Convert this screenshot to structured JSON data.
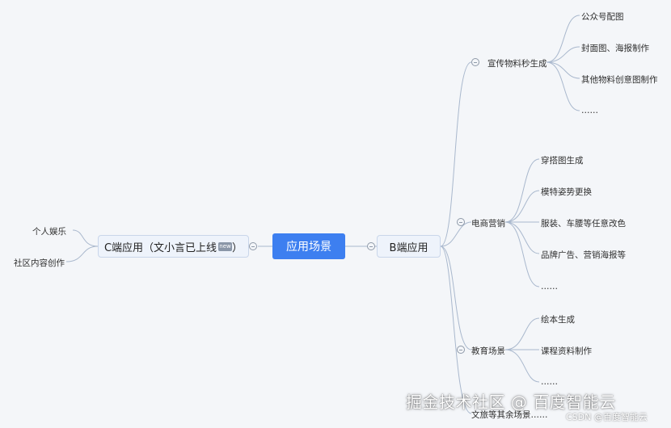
{
  "root": {
    "label": "应用场景"
  },
  "b_branch": {
    "label": "B端应用"
  },
  "c_branch": {
    "label": "C端应用（文小言已上线",
    "tag": "new",
    "close": "）"
  },
  "promo": {
    "label": "宣传物料秒生成",
    "items": [
      "公众号配图",
      "封面图、海报制作",
      "其他物料创意图制作",
      "……"
    ]
  },
  "ecommerce": {
    "label": "电商营销",
    "items": [
      "穿搭图生成",
      "模特姿势更换",
      "服装、车腰等任意改色",
      "品牌广告、营销海报等",
      "……"
    ]
  },
  "education": {
    "label": "教育场景",
    "items": [
      "绘本生成",
      "课程资料制作",
      "……"
    ]
  },
  "tourism": {
    "label": "文旅等其余场景……"
  },
  "c_children": {
    "items": [
      "个人娱乐",
      "社区内容创作"
    ]
  },
  "watermark": {
    "main": "掘金技术社区 @ 百度智能云",
    "sub": "CSDN @百度智能云"
  }
}
